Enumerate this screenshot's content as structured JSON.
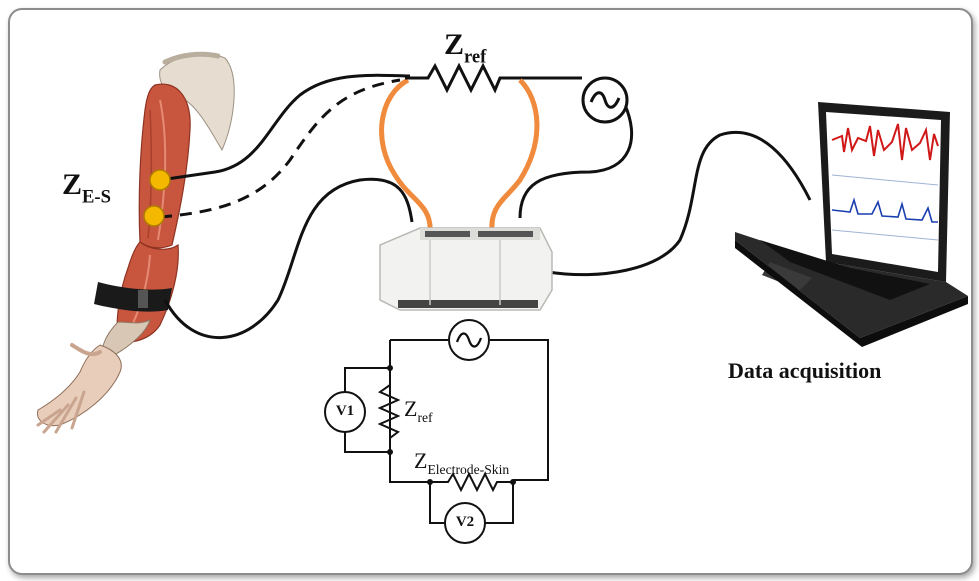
{
  "labels": {
    "z_es_main": "Z",
    "z_es_sub": "E-S",
    "z_ref_top_main": "Z",
    "z_ref_top_sub": "ref",
    "z_ref_circ_main": "Z",
    "z_ref_circ_sub": "ref",
    "z_es_circ_main": "Z",
    "z_es_circ_sub": "Electrode-Skin",
    "v1": "V1",
    "v2": "V2",
    "source_symbol": "~",
    "data_acquisition": "Data acquisition"
  },
  "colors": {
    "wire": "#111111",
    "probe_wire": "#f08a3c",
    "electrode": "#f5b800",
    "muscle": "#c8553d",
    "bone": "#e6ddd0",
    "frame": "#8c8c8c"
  }
}
